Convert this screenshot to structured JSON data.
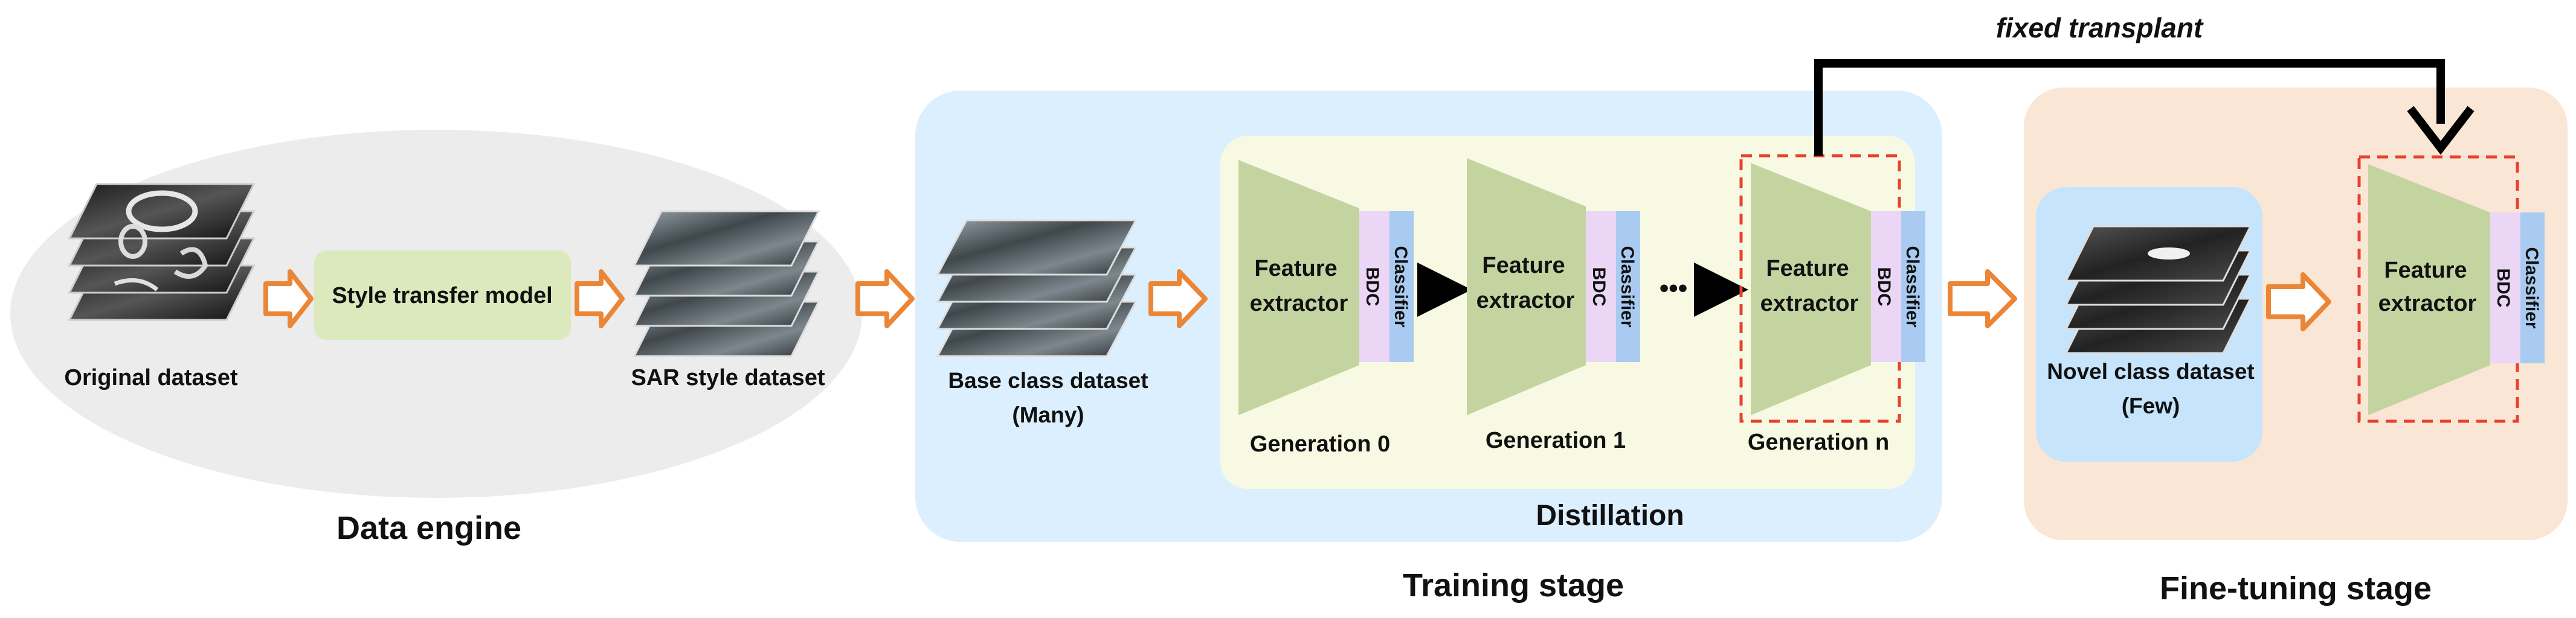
{
  "data_engine": {
    "title": "Data engine",
    "original_label": "Original dataset",
    "style_model_label": "Style transfer model",
    "sar_label": "SAR style dataset"
  },
  "training": {
    "title": "Training stage",
    "base_label_line1": "Base class dataset",
    "base_label_line2": "(Many)",
    "distillation_label": "Distillation",
    "generations": [
      {
        "label": "Generation 0",
        "fe_line1": "Feature",
        "fe_line2": "extractor",
        "bdc": "BDC",
        "classifier": "Classifier"
      },
      {
        "label": "Generation 1",
        "fe_line1": "Feature",
        "fe_line2": "extractor",
        "bdc": "BDC",
        "classifier": "Classifier"
      },
      {
        "label": "Generation n",
        "fe_line1": "Feature",
        "fe_line2": "extractor",
        "bdc": "BDC",
        "classifier": "Classifier"
      }
    ],
    "ellipsis": "•••"
  },
  "finetune": {
    "title": "Fine-tuning stage",
    "novel_label_line1": "Novel class dataset",
    "novel_label_line2": "(Few)",
    "fe_line1": "Feature",
    "fe_line2": "extractor",
    "bdc": "BDC",
    "classifier": "Classifier"
  },
  "transplant_label": "fixed transplant",
  "colors": {
    "ellipse": "#ececec",
    "training_bg": "#dcefff",
    "distill_bg": "#f8f9e2",
    "finetune_bg": "#fae6d5",
    "novel_bg": "#c6e4fb",
    "style_box": "#dbe9bd",
    "trapezoid": "#c4d4a1",
    "bdc": "#ebd6f6",
    "classifier": "#a9cbf1",
    "orange": "#ec8637",
    "dashed_red": "#e8412f"
  }
}
